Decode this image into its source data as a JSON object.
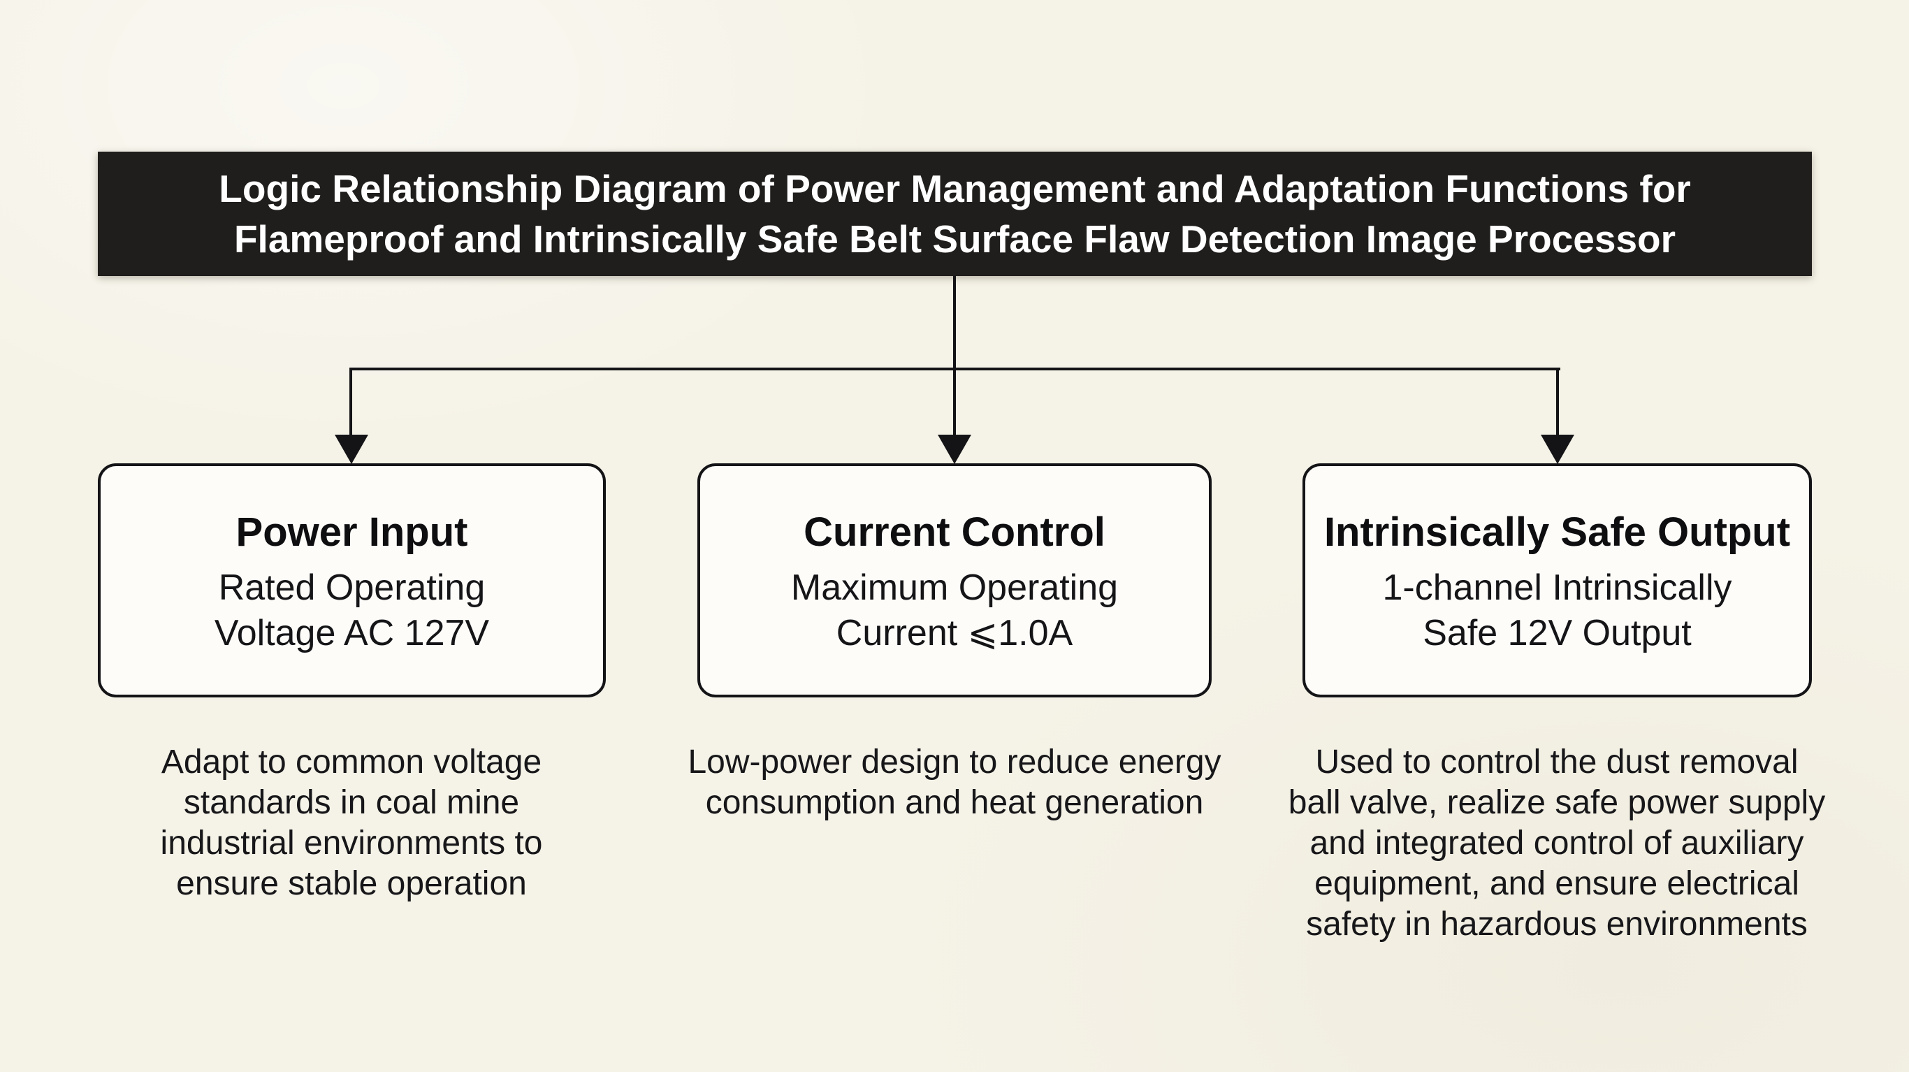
{
  "colors": {
    "page_background": "#f5f2e7",
    "banner_background": "#201e1c",
    "banner_text": "#ffffff",
    "card_background": "#fdfcf9",
    "line_and_border": "#141417",
    "body_text": "#17171a"
  },
  "banner": {
    "lines": [
      "Logic Relationship Diagram of Power Management and Adaptation Functions for",
      "Flameproof and Intrinsically Safe Belt Surface Flaw Detection Image Processor"
    ],
    "full_text": "Logic Relationship Diagram of Power Management and Adaptation Functions for Flameproof and Intrinsically Safe Belt Surface Flaw Detection Image Processor"
  },
  "nodes": [
    {
      "id": "power-input",
      "title": "Power Input",
      "subtitle_lines": [
        "Rated Operating",
        "Voltage AC 127V"
      ],
      "subtitle": "Rated Operating Voltage AC 127V",
      "description_lines": [
        "Adapt to common voltage",
        "standards in coal mine",
        "industrial environments to",
        "ensure stable operation"
      ],
      "description": "Adapt to common voltage standards in coal mine industrial environments to ensure stable operation"
    },
    {
      "id": "current-control",
      "title": "Current Control",
      "subtitle_lines": [
        "Maximum Operating",
        "Current ⩽1.0A"
      ],
      "subtitle": "Maximum Operating Current ⩽1.0A",
      "description_lines": [
        "Low-power design to reduce energy",
        "consumption and heat generation"
      ],
      "description": "Low-power design to reduce energy consumption and heat generation"
    },
    {
      "id": "intrinsically-safe-output",
      "title": "Intrinsically Safe Output",
      "subtitle_lines": [
        "1-channel Intrinsically",
        "Safe 12V Output"
      ],
      "subtitle": "1-channel Intrinsically Safe 12V Output",
      "description_lines": [
        "Used to control the dust removal",
        "ball valve, realize safe power supply",
        "and integrated control of auxiliary",
        "equipment, and ensure electrical",
        "safety in hazardous environments"
      ],
      "description": "Used to control the dust removal ball valve, realize safe power supply and integrated control of auxiliary equipment, and ensure electrical safety in hazardous environments"
    }
  ]
}
